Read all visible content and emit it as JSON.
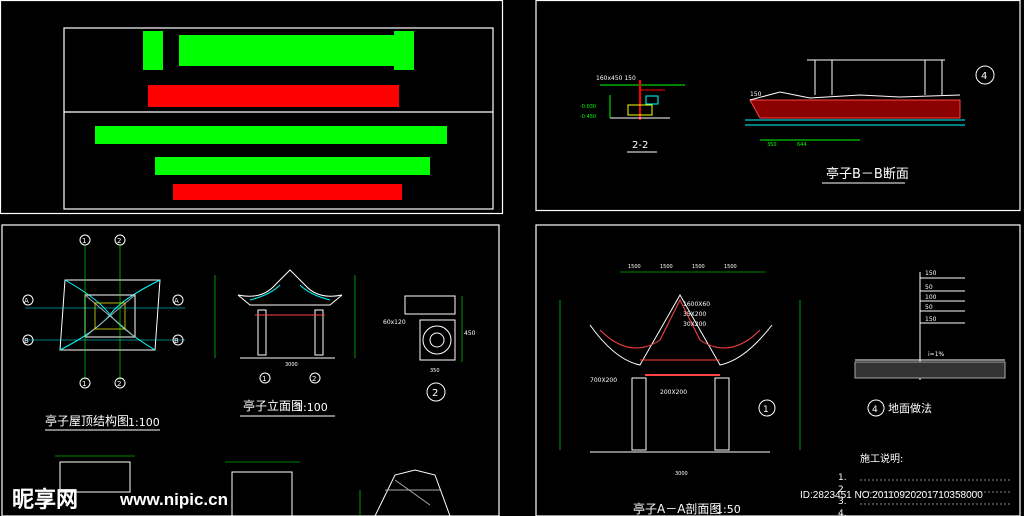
{
  "sheet": {
    "background": "#000000",
    "line_color": "#ffffff",
    "accent_green": "#00ff00",
    "accent_red": "#ff0000",
    "accent_cyan": "#00ffff",
    "accent_yellow": "#ffff00"
  },
  "section_2_2": {
    "label": "2-2",
    "dim_top": "160x450 150",
    "dim_a": "-0.030",
    "dim_b": "-0.450"
  },
  "section_bb": {
    "title": "亭子B－B断面",
    "dim_a": "350",
    "dim_b": "644",
    "grid_marker": "4",
    "dim_c": "150"
  },
  "roof_plan": {
    "title": "亭子屋顶结构图",
    "scale": "1:100",
    "axis_top": [
      "1",
      "2"
    ],
    "axis_bottom": [
      "1",
      "2"
    ],
    "axis_left": [
      "A",
      "B"
    ],
    "axis_right": [
      "A",
      "B"
    ]
  },
  "front_elevation": {
    "title": "亭子立面图",
    "scale": "1:100",
    "axis": [
      "1",
      "2"
    ],
    "dim": "3000"
  },
  "detail_2": {
    "marker": "2",
    "dim_a": "60x120",
    "dim_b": "450",
    "dim_c": "350"
  },
  "section_aa": {
    "title": "亭子A－A剖面图",
    "scale": "1:50",
    "dims_top": [
      "1500",
      "1500",
      "1500",
      "1500"
    ],
    "labels": [
      "1600X60",
      "30X200",
      "35X200",
      "700X200",
      "200X200"
    ],
    "dim_bottom": "3000",
    "grid_marker": "1"
  },
  "floor_detail": {
    "title": "地面做法",
    "marker": "4",
    "layers": [
      "150",
      "50",
      "100",
      "50",
      "150"
    ],
    "slope": "i=1%"
  },
  "notes": {
    "heading": "施工说明:",
    "items": [
      "1.",
      "2.",
      "3.",
      "4."
    ]
  },
  "watermark": {
    "brand": "昵享网",
    "url": "www.nipic.cn",
    "id_text": "ID:2823451 NO:20110920201710358000"
  }
}
